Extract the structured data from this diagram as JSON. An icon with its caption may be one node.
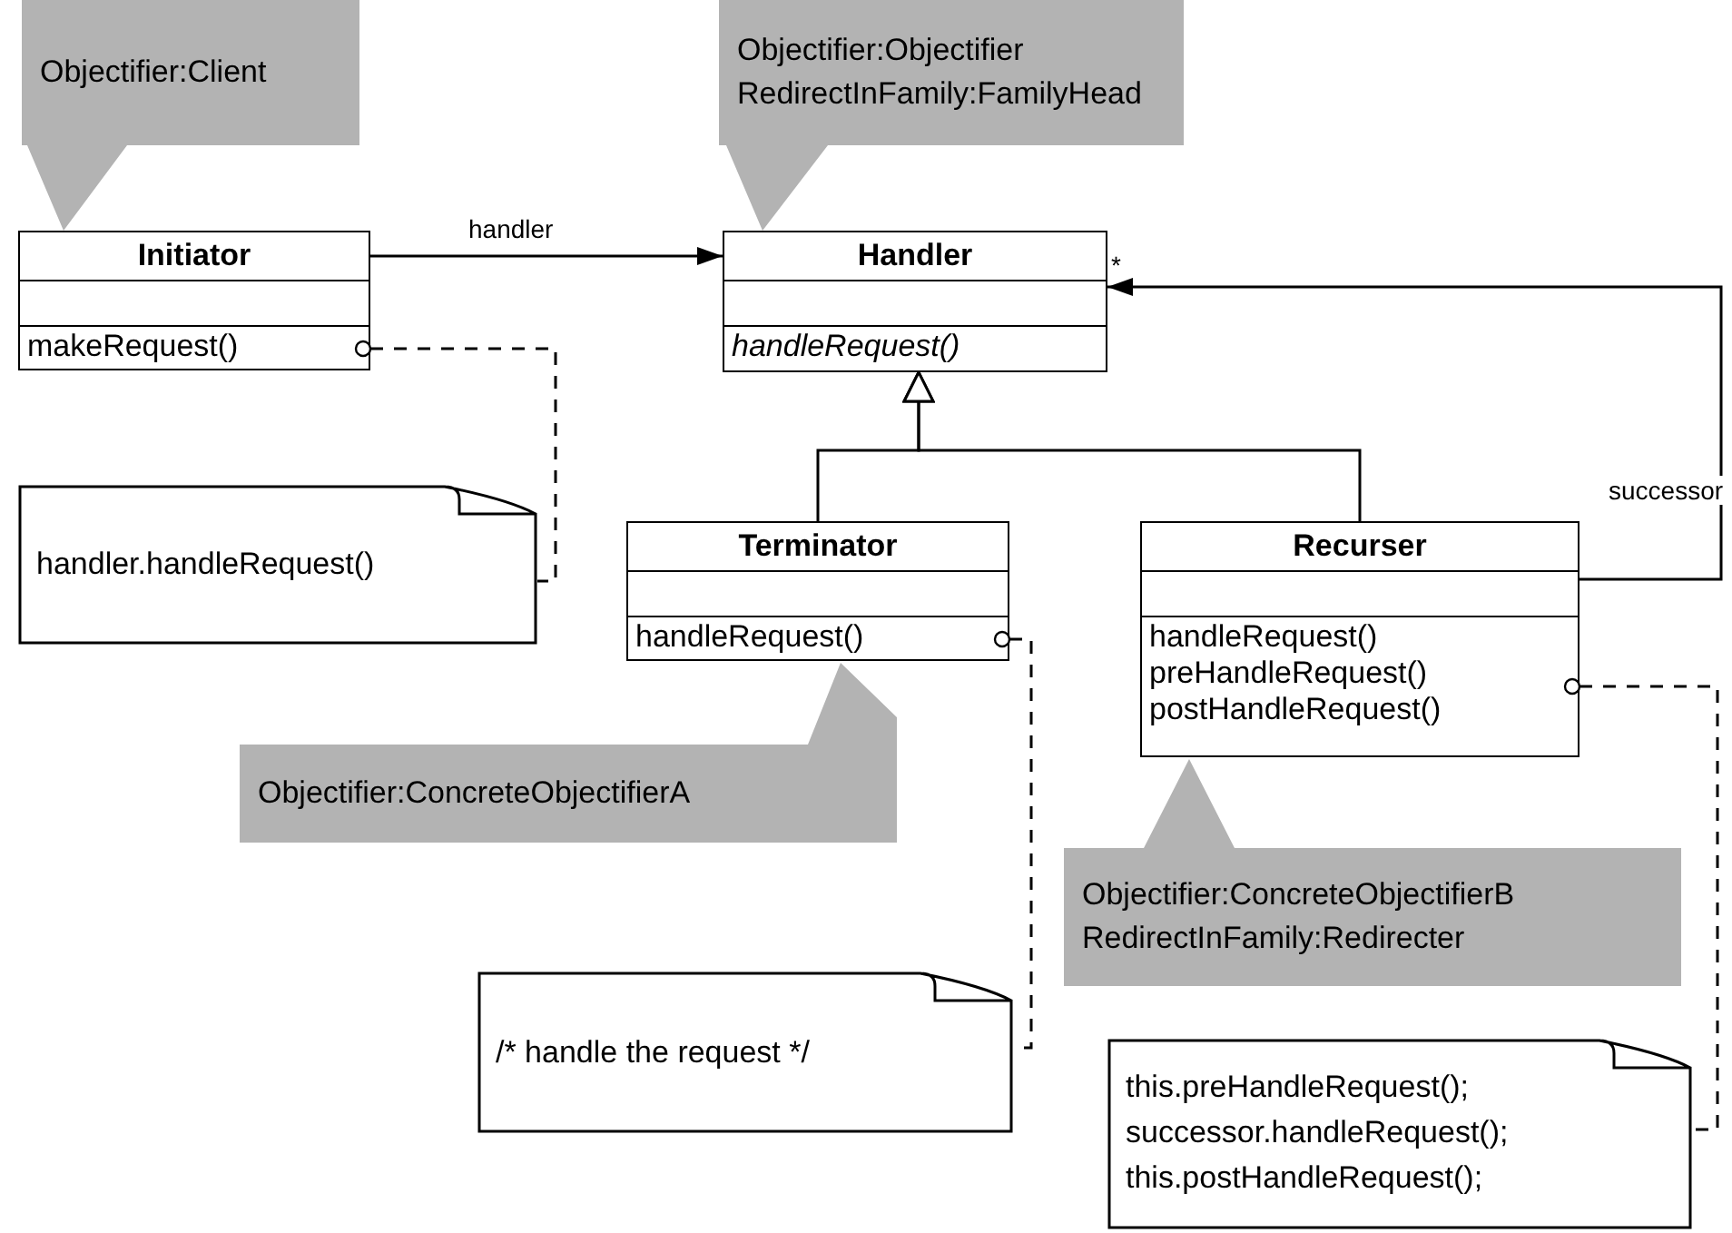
{
  "diagram": {
    "nodes": [
      {
        "text": [
          "Objectifier:Client"
        ]
      },
      {
        "text": [
          "Objectifier:Objectifier",
          "RedirectInFamily:FamilyHead"
        ]
      },
      {
        "text": [
          "Initiator",
          "makeRequest()"
        ]
      },
      {
        "text": [
          "Handler",
          "handleRequest()"
        ]
      },
      {
        "text": [
          "handler.handleRequest()"
        ]
      },
      {
        "text": [
          "Terminator",
          "handleRequest()"
        ]
      },
      {
        "text": [
          "Recurser",
          "handleRequest()",
          "preHandleRequest()",
          "postHandleRequest()"
        ]
      },
      {
        "text": [
          "Objectifier:ConcreteObjectifierA"
        ]
      },
      {
        "text": [
          "Objectifier:ConcreteObjectifierB",
          "RedirectInFamily:Redirecter"
        ]
      },
      {
        "text": [
          "/* handle the request */"
        ]
      },
      {
        "text": [
          "this.preHandleRequest();",
          "successor.handleRequest();",
          "this.postHandleRequest();"
        ]
      }
    ],
    "edges": [
      {
        "from": 2,
        "to": 3,
        "arrow": "to",
        "label": "handler"
      },
      {
        "from": 5,
        "to": 3,
        "arrow": "to"
      },
      {
        "from": 6,
        "to": 3,
        "arrow": "to"
      },
      {
        "from": 6,
        "to": 3,
        "arrow": "to",
        "label": "successor"
      },
      {
        "from": 2,
        "to": 4,
        "arrow": "other",
        "style": "dashed"
      },
      {
        "from": 5,
        "to": 9,
        "arrow": "other",
        "style": "dashed"
      },
      {
        "from": 6,
        "to": 10,
        "arrow": "other",
        "style": "dashed"
      }
    ],
    "labels": [
      "*"
    ]
  }
}
